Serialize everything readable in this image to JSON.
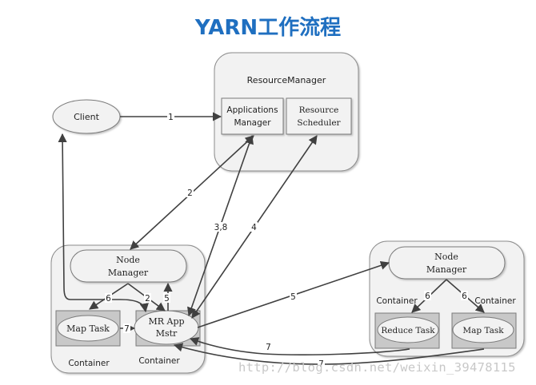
{
  "title": "YARN工作流程",
  "colors": {
    "title": "#1f6fc0",
    "panel_fill": "#f2f2f2",
    "panel_stroke": "#8c8c8c",
    "container_fill": "#c8c8c8",
    "arrow": "#404040",
    "watermark": "#c8c8c8"
  },
  "nodes": {
    "client": "Client",
    "resource_manager": "ResourceManager",
    "applications_manager": [
      "Applications",
      "Manager"
    ],
    "resource_scheduler": [
      "Resource",
      "Scheduler"
    ],
    "node_manager_left": [
      "Node",
      "Manager"
    ],
    "node_manager_right": [
      "Node",
      "Manager"
    ],
    "map_task_left": "Map Task",
    "mr_app_mstr": [
      "MR App",
      "Mstr"
    ],
    "reduce_task": "Reduce Task",
    "map_task_right": "Map Task",
    "container_label_1": "Container",
    "container_label_2": "Container",
    "container_label_3": "Container",
    "container_label_4": "Container"
  },
  "edges": {
    "e1": "1",
    "e2a": "2",
    "e2b": "2",
    "e38": "3,8",
    "e4": "4",
    "e5a": "5",
    "e5b": "5",
    "e6a": "6",
    "e6b": "6",
    "e6c": "6",
    "e7a": "7",
    "e7b": "7",
    "e7c": "7"
  },
  "watermark": "http://blog.csdn.net/weixin_39478115"
}
